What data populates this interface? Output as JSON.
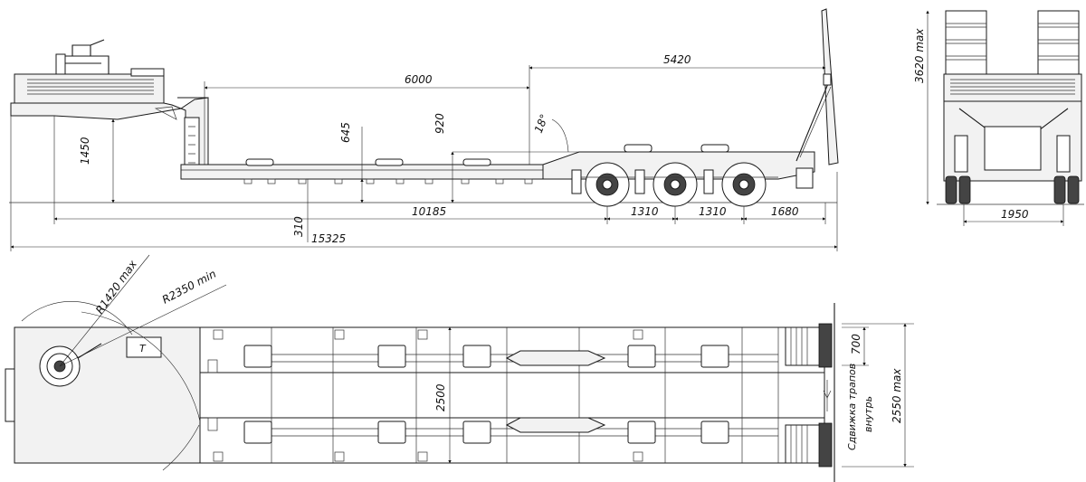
{
  "side_view": {
    "dim_deck_length": "6000",
    "dim_rear_section": "5420",
    "dim_gooseneck_height": "1450",
    "dim_deck_height": "645",
    "dim_step_height": "920",
    "dim_ramp_angle": "18°",
    "dim_wheelbase": "10185",
    "dim_axle_spacing_1": "1310",
    "dim_axle_spacing_2": "1310",
    "dim_rear_overhang": "1680",
    "dim_front_offset": "310",
    "dim_total_length": "15325"
  },
  "rear_view": {
    "dim_height": "3620 max",
    "dim_track": "1950"
  },
  "top_view": {
    "dim_coupling_radius": "R1420 max",
    "dim_turning_radius": "R2350 min",
    "dim_deck_width": "2500",
    "dim_ramp_width": "700",
    "dim_total_width": "2550 max",
    "note_ramp_shift": "Сдвижка трапов",
    "note_ramp_shift_inward": "внутрь"
  },
  "colors": {
    "line": "#1a1a1a",
    "panel": "#f2f2f2"
  }
}
